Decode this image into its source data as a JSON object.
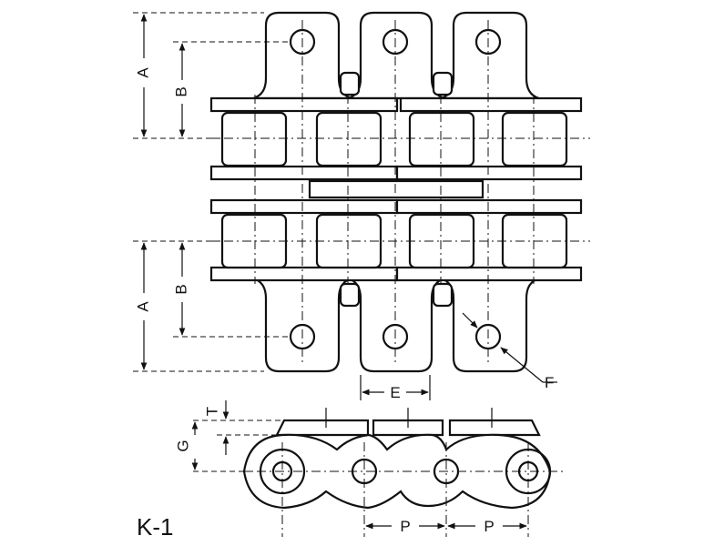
{
  "diagram": {
    "figure_label": "K-1",
    "dimension_labels": {
      "A_top": "A",
      "B_top": "B",
      "A_bottom": "A",
      "B_bottom": "B",
      "E": "E",
      "F": "F",
      "T": "T",
      "G": "G",
      "P_left": "P",
      "P_right": "P"
    }
  }
}
